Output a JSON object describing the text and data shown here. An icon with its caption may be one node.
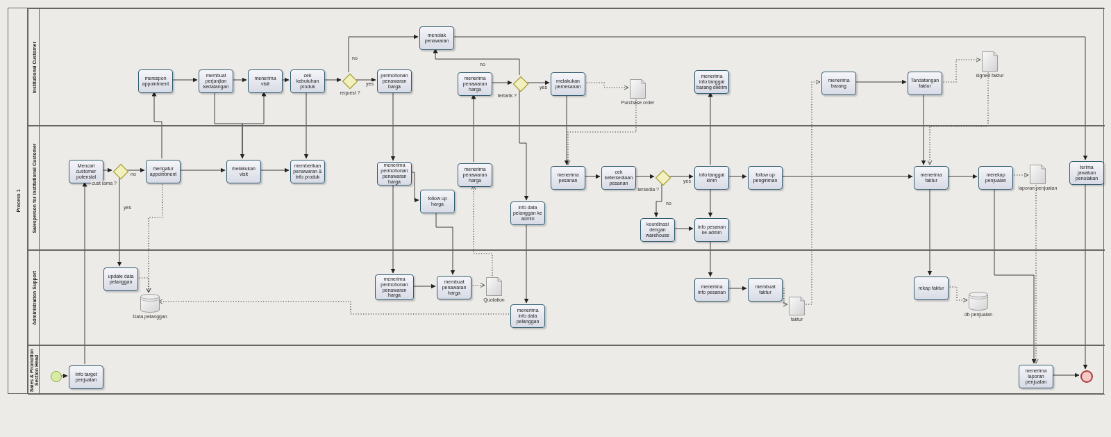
{
  "diagram": {
    "nodes": [
      {
        "text": [
          "Process 1"
        ]
      },
      {
        "text": [
          "Institutional Customer"
        ],
        "in": 0
      },
      {
        "text": [
          "Salesperson for Institutional Customer"
        ],
        "in": 0
      },
      {
        "text": [
          "Administration Support"
        ],
        "in": 0
      },
      {
        "text": [
          "Sales & Promotion Section Head"
        ],
        "in": 0
      },
      {
        "text": [
          "merespon appointment"
        ],
        "in": 1
      },
      {
        "text": [
          "membuat perjanjian kedatangan"
        ],
        "in": 1
      },
      {
        "text": [
          "menerima visit"
        ],
        "in": 1
      },
      {
        "text": [
          "cek kebutuhan produk"
        ],
        "in": 1
      },
      {
        "text": [],
        "shape": "diamond",
        "beside": [
          "request ?"
        ],
        "in": 1
      },
      {
        "text": [
          "menolak penawaran"
        ],
        "in": 1
      },
      {
        "text": [
          "permohonan penawaran harga"
        ],
        "in": 1
      },
      {
        "text": [
          "menerima penawaran harga"
        ],
        "in": 1
      },
      {
        "text": [],
        "shape": "diamond",
        "beside": [
          "tertarik ?"
        ],
        "in": 1
      },
      {
        "text": [
          "melakukan pemesanan"
        ],
        "in": 1
      },
      {
        "text": [],
        "shape": "document",
        "beside": [
          "Purchase order"
        ],
        "in": 1
      },
      {
        "text": [
          "menerima info tanggal barang dikirim"
        ],
        "in": 1
      },
      {
        "text": [
          "menerima barang"
        ],
        "in": 1
      },
      {
        "text": [
          "Tandatangan faktur"
        ],
        "in": 1
      },
      {
        "text": [],
        "shape": "document",
        "beside": [
          "signed faktur"
        ],
        "in": 1
      },
      {
        "text": [
          "Mencari customer potensial"
        ],
        "in": 2
      },
      {
        "text": [],
        "shape": "diamond",
        "beside": [
          "cust lama ?"
        ],
        "in": 2
      },
      {
        "text": [
          "mengatur appointment"
        ],
        "in": 2
      },
      {
        "text": [
          "melakukan visit"
        ],
        "in": 2
      },
      {
        "text": [
          "memberikan penawaran & info produk"
        ],
        "in": 2
      },
      {
        "text": [
          "menerima permohonan penawaran harga"
        ],
        "in": 2
      },
      {
        "text": [
          "follow up harga"
        ],
        "in": 2
      },
      {
        "text": [
          "menerima penawaran harga"
        ],
        "in": 2
      },
      {
        "text": [
          "info data pelanggan ke admin"
        ],
        "in": 2
      },
      {
        "text": [
          "menerima pesanan"
        ],
        "in": 2
      },
      {
        "text": [
          "cek ketersediaan pesanan"
        ],
        "in": 2
      },
      {
        "text": [],
        "shape": "diamond",
        "beside": [
          "tersedia ?"
        ],
        "in": 2
      },
      {
        "text": [
          "info tanggal kirim"
        ],
        "in": 2
      },
      {
        "text": [
          "koordinasi dengan warehouse"
        ],
        "in": 2
      },
      {
        "text": [
          "info pesanan ke admin"
        ],
        "in": 2
      },
      {
        "text": [
          "follow up pengiriman"
        ],
        "in": 2
      },
      {
        "text": [
          "menerima faktur"
        ],
        "in": 2
      },
      {
        "text": [
          "merekap penjualan"
        ],
        "in": 2
      },
      {
        "text": [],
        "shape": "document",
        "beside": [
          "laporan penjualan"
        ],
        "in": 2
      },
      {
        "text": [
          "terima jawaban penolakan"
        ],
        "in": 2
      },
      {
        "text": [
          "update data pelanggan"
        ],
        "in": 3
      },
      {
        "text": [],
        "shape": "cylinder",
        "beside": [
          "Data pelanggan"
        ],
        "in": 3
      },
      {
        "text": [
          "menerima permohonan penawaran harga"
        ],
        "in": 3
      },
      {
        "text": [
          "membuat penawaran harga"
        ],
        "in": 3
      },
      {
        "text": [],
        "shape": "document",
        "beside": [
          "Quotation"
        ],
        "in": 3
      },
      {
        "text": [
          "menerima info data pelanggan"
        ],
        "in": 3
      },
      {
        "text": [
          "menerima info pesanan"
        ],
        "in": 3
      },
      {
        "text": [
          "membuat faktur"
        ],
        "in": 3
      },
      {
        "text": [],
        "shape": "document",
        "beside": [
          "faktur"
        ],
        "in": 3
      },
      {
        "text": [
          "rekap faktur"
        ],
        "in": 3
      },
      {
        "text": [],
        "shape": "cylinder",
        "beside": [
          "db penjualan"
        ],
        "in": 3
      },
      {
        "text": [],
        "shape": "circle",
        "in": 4
      },
      {
        "text": [
          "Info target penjualan"
        ],
        "in": 4
      },
      {
        "text": [
          "menerima laporan penjualan"
        ],
        "in": 4
      },
      {
        "text": [],
        "shape": "circle",
        "in": 4
      }
    ],
    "edges": [
      {
        "from": 51,
        "to": 52,
        "arrow": "to"
      },
      {
        "from": 52,
        "to": 20,
        "arrow": "to"
      },
      {
        "from": 20,
        "to": 21,
        "arrow": "to"
      },
      {
        "from": 21,
        "to": 22,
        "arrow": "to",
        "label": "no"
      },
      {
        "from": 21,
        "to": 40,
        "arrow": "to",
        "label": "yes"
      },
      {
        "from": 22,
        "to": 5,
        "arrow": "to"
      },
      {
        "from": 22,
        "to": 23,
        "arrow": "to"
      },
      {
        "from": 5,
        "to": 6,
        "arrow": "to"
      },
      {
        "from": 6,
        "to": 7,
        "arrow": "to"
      },
      {
        "from": 6,
        "to": 23,
        "arrow": "to"
      },
      {
        "from": 23,
        "to": 7,
        "arrow": "to"
      },
      {
        "from": 7,
        "to": 8,
        "arrow": "to"
      },
      {
        "from": 8,
        "to": 9,
        "arrow": "to"
      },
      {
        "from": 8,
        "to": 24,
        "arrow": "to"
      },
      {
        "from": 23,
        "to": 24,
        "arrow": "to"
      },
      {
        "from": 9,
        "to": 11,
        "arrow": "to",
        "label": "yes"
      },
      {
        "from": 9,
        "to": 10,
        "arrow": "to",
        "label": "no"
      },
      {
        "from": 10,
        "to": 39,
        "arrow": "to"
      },
      {
        "from": 39,
        "to": 54,
        "arrow": "to"
      },
      {
        "from": 11,
        "to": 25,
        "arrow": "to"
      },
      {
        "from": 25,
        "to": 26,
        "arrow": "to"
      },
      {
        "from": 25,
        "to": 42,
        "arrow": "to"
      },
      {
        "from": 26,
        "to": 43,
        "arrow": "to"
      },
      {
        "from": 42,
        "to": 43,
        "arrow": "to"
      },
      {
        "from": 43,
        "to": 44,
        "arrow": "to",
        "style": "dashed"
      },
      {
        "from": 44,
        "to": 27,
        "arrow": "to",
        "style": "dashed"
      },
      {
        "from": 27,
        "to": 12,
        "arrow": "to"
      },
      {
        "from": 12,
        "to": 13,
        "arrow": "to"
      },
      {
        "from": 13,
        "to": 14,
        "arrow": "to",
        "label": "yes"
      },
      {
        "from": 13,
        "to": 10,
        "arrow": "to",
        "label": "no"
      },
      {
        "from": 13,
        "to": 28,
        "arrow": "to"
      },
      {
        "from": 28,
        "to": 45,
        "arrow": "to"
      },
      {
        "from": 45,
        "to": 41,
        "arrow": "to",
        "style": "dashed"
      },
      {
        "from": 22,
        "to": 41,
        "arrow": "to",
        "style": "dashed"
      },
      {
        "from": 40,
        "to": 41,
        "arrow": "to",
        "style": "dashed"
      },
      {
        "from": 14,
        "to": 15,
        "arrow": "to",
        "style": "dashed"
      },
      {
        "from": 15,
        "to": 29,
        "arrow": "to",
        "style": "dashed"
      },
      {
        "from": 14,
        "to": 29,
        "arrow": "to"
      },
      {
        "from": 29,
        "to": 30,
        "arrow": "to"
      },
      {
        "from": 30,
        "to": 31,
        "arrow": "to"
      },
      {
        "from": 31,
        "to": 32,
        "arrow": "to",
        "label": "yes"
      },
      {
        "from": 31,
        "to": 33,
        "arrow": "to",
        "label": "no"
      },
      {
        "from": 33,
        "to": 34,
        "arrow": "to"
      },
      {
        "from": 32,
        "to": 16,
        "arrow": "to"
      },
      {
        "from": 32,
        "to": 34,
        "arrow": "to"
      },
      {
        "from": 32,
        "to": 35,
        "arrow": "to"
      },
      {
        "from": 35,
        "to": 36,
        "arrow": "to"
      },
      {
        "from": 34,
        "to": 46,
        "arrow": "to"
      },
      {
        "from": 46,
        "to": 47,
        "arrow": "to"
      },
      {
        "from": 47,
        "to": 48,
        "arrow": "to",
        "style": "dashed"
      },
      {
        "from": 48,
        "to": 17,
        "arrow": "to",
        "style": "dashed"
      },
      {
        "from": 17,
        "to": 18,
        "arrow": "to"
      },
      {
        "from": 18,
        "to": 19,
        "arrow": "to",
        "style": "dashed"
      },
      {
        "from": 18,
        "to": 36,
        "arrow": "to"
      },
      {
        "from": 19,
        "to": 36,
        "arrow": "to",
        "style": "dashed"
      },
      {
        "from": 36,
        "to": 37,
        "arrow": "to"
      },
      {
        "from": 36,
        "to": 49,
        "arrow": "to"
      },
      {
        "from": 49,
        "to": 50,
        "arrow": "to",
        "style": "dashed"
      },
      {
        "from": 37,
        "to": 38,
        "arrow": "to",
        "style": "dashed"
      },
      {
        "from": 37,
        "to": 53,
        "arrow": "to"
      },
      {
        "from": 38,
        "to": 53,
        "arrow": "to",
        "style": "dashed"
      },
      {
        "from": 53,
        "to": 54,
        "arrow": "to"
      }
    ]
  }
}
